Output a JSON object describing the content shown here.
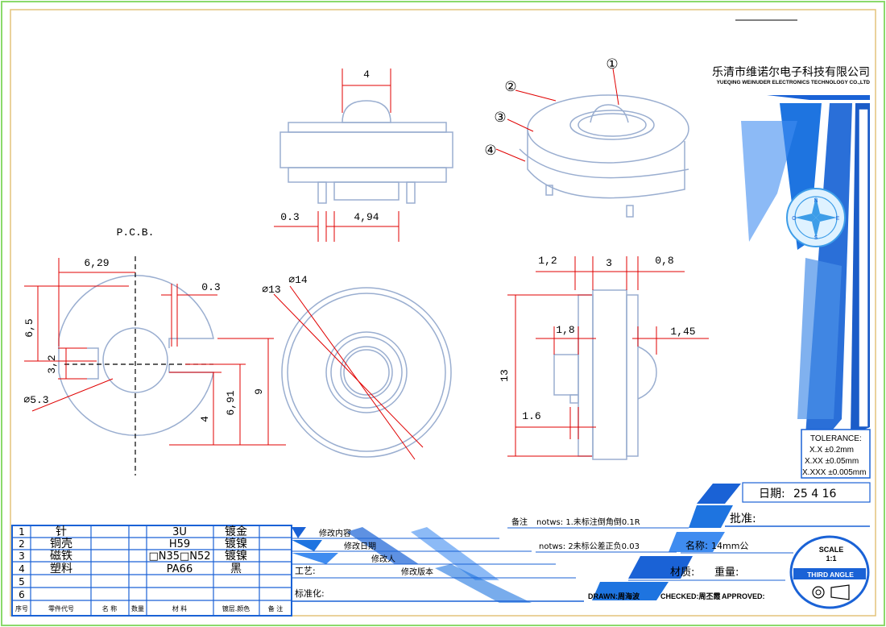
{
  "company": {
    "name_cn": "乐清市维诺尔电子科技有限公司",
    "name_en": "YUEQING WEINUDER ELECTRONICS TECHNOLOGY CO.,LTD"
  },
  "compass": {
    "n": "N",
    "e": "E",
    "s": "S",
    "w": "O"
  },
  "callouts": [
    "①",
    "②",
    "③",
    "④"
  ],
  "dims": {
    "top_width": "4",
    "pin_gap": "0.3",
    "base_width": "4,94",
    "pcb_label": "P.C.B.",
    "pcb_w": "6,29",
    "pcb_gap": "0.3",
    "pcb_h1": "6,5",
    "pcb_h2": "3,2",
    "pcb_dia": "⌀5.3",
    "pcb_h3": "4",
    "pcb_h4": "6,91",
    "pcb_h5": "9",
    "front_d1": "⌀13",
    "front_d2": "⌀14",
    "side_a": "1,2",
    "side_b": "3",
    "side_c": "0,8",
    "side_d": "1,8",
    "side_e": "1,45",
    "side_h": "13",
    "side_f": "1.6"
  },
  "tolerance": {
    "title": "TOLERANCE:",
    "l1": "X.X  ±0.2mm",
    "l2": "X.XX  ±0.05mm",
    "l3": "X.XXX ±0.005mm"
  },
  "date": {
    "label": "日期:",
    "value": "25  4  16"
  },
  "approve": {
    "label": "批准:"
  },
  "notes": {
    "label": "备注",
    "n1": "notws: 1.未标注倒角倒0.1R",
    "n2": "notws: 2未标公差正负0.03"
  },
  "name_field": {
    "label": "名称:",
    "value": "14mm公"
  },
  "material_row": {
    "label1": "材质:",
    "label2": "重量:"
  },
  "scale": {
    "label": "SCALE",
    "value": "1:1",
    "angle": "THIRD ANGLE"
  },
  "footer": {
    "drawn": "DRAWN:周海波",
    "checked": "CHECKED:周丕霞",
    "approved": "APPROVED:"
  },
  "revision": {
    "r1": "修改内容",
    "r2": "修改日期",
    "r3": "修改人",
    "r4": "修改版本",
    "craft": "工艺:",
    "standard": "标准化:"
  },
  "bom": {
    "rows": [
      {
        "no": "1",
        "part": "针",
        "material": "3U",
        "finish": "镀金"
      },
      {
        "no": "2",
        "part": "铜壳",
        "material": "H59",
        "finish": "镀镍"
      },
      {
        "no": "3",
        "part": "磁铁",
        "material": "□N35□N52",
        "finish": "镀镍"
      },
      {
        "no": "4",
        "part": "塑料",
        "material": "PA66",
        "finish": "黑"
      },
      {
        "no": "5",
        "part": "",
        "material": "",
        "finish": ""
      },
      {
        "no": "6",
        "part": "",
        "material": "",
        "finish": ""
      }
    ],
    "headers": {
      "no": "序号",
      "code": "零件代号",
      "name": "名 称",
      "qty": "数量",
      "material": "材  料",
      "finish": "镀层.颜色",
      "remark": "备 注"
    }
  }
}
